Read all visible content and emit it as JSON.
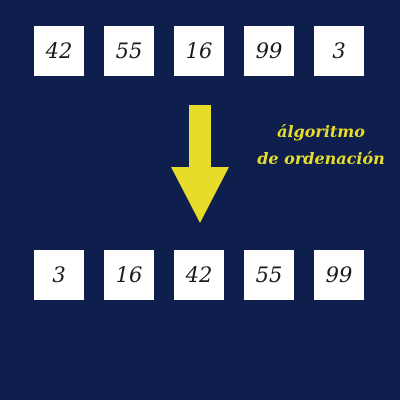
{
  "input_values": [
    "42",
    "55",
    "16",
    "99",
    "3"
  ],
  "output_values": [
    "3",
    "16",
    "42",
    "55",
    "99"
  ],
  "caption": {
    "line1": "álgoritmo",
    "line2": "de ordenación"
  },
  "colors": {
    "background": "#0e1e4d",
    "box": "#ffffff",
    "arrow": "#e8dc2a",
    "caption": "#e8dc2a"
  }
}
